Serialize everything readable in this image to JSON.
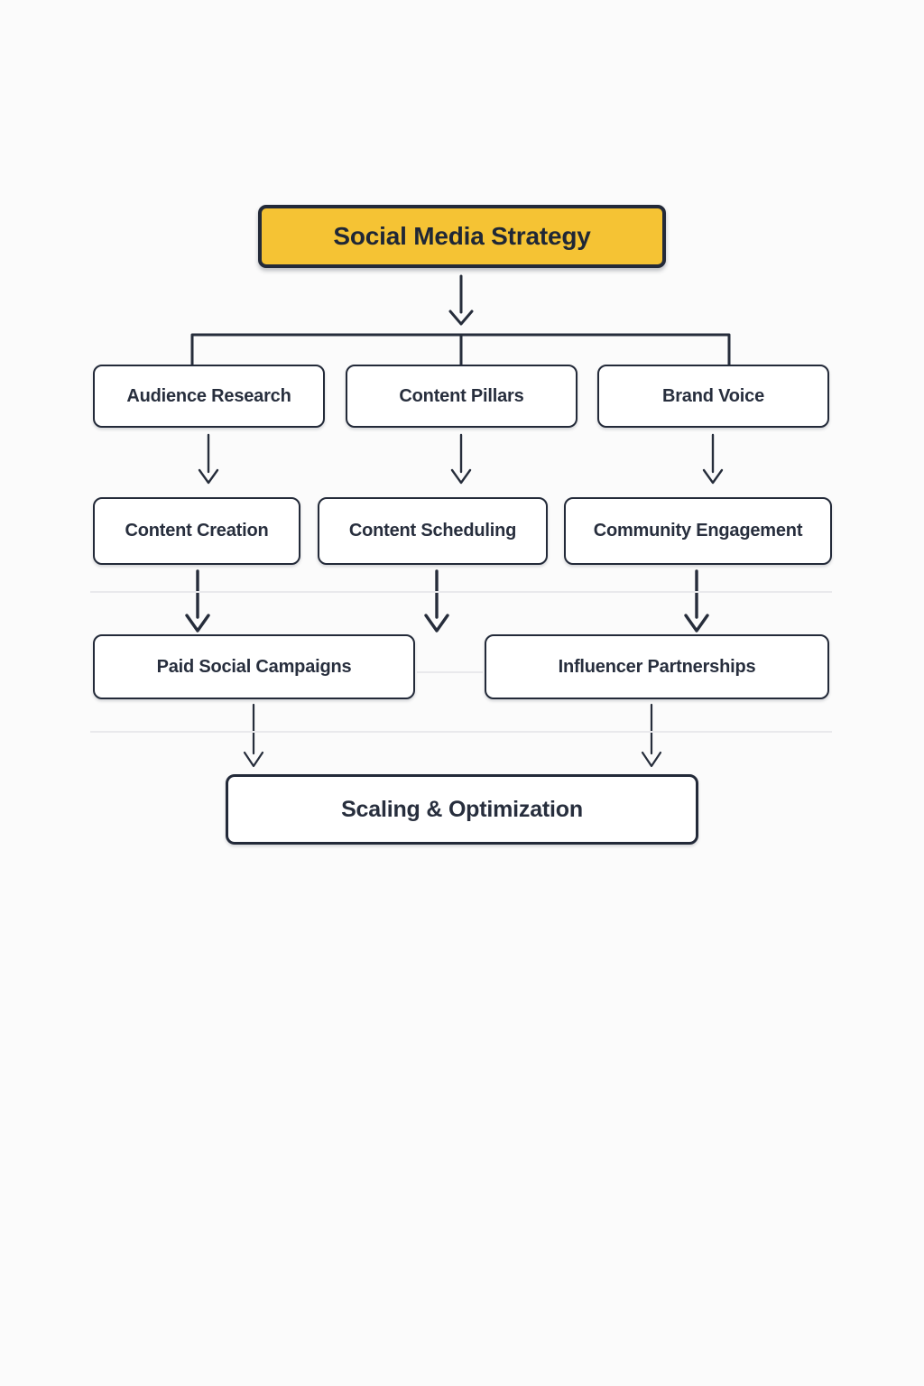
{
  "page": {
    "background_color": "#FBFBFB"
  },
  "diagram": {
    "type": "flowchart",
    "direction": "top-down",
    "colors": {
      "root_fill": "#F5C334",
      "node_fill": "#FFFFFF",
      "border": "#232A39",
      "text": "#272E3D",
      "connector": "#262D3B",
      "divider": "#E9E9EC"
    },
    "root": {
      "label": "Social Media Strategy"
    },
    "level1": [
      {
        "label": "Audience Research"
      },
      {
        "label": "Content Pillars"
      },
      {
        "label": "Brand Voice"
      }
    ],
    "level2": [
      {
        "label": "Content Creation"
      },
      {
        "label": "Content Scheduling"
      },
      {
        "label": "Community Engagement"
      }
    ],
    "level3": [
      {
        "label": "Paid Social Campaigns"
      },
      {
        "label": "Influencer Partnerships"
      }
    ],
    "final": {
      "label": "Scaling & Optimization"
    },
    "edges": [
      "Social Media Strategy -> Audience Research",
      "Social Media Strategy -> Content Pillars",
      "Social Media Strategy -> Brand Voice",
      "Audience Research -> Content Creation",
      "Content Pillars -> Content Scheduling",
      "Brand Voice -> Community Engagement",
      "Content Creation -> Paid Social Campaigns",
      "Content Scheduling -> gap between Paid Social Campaigns and Influencer Partnerships",
      "Community Engagement -> Influencer Partnerships",
      "Paid Social Campaigns -> Scaling & Optimization",
      "Influencer Partnerships -> Scaling & Optimization"
    ]
  }
}
